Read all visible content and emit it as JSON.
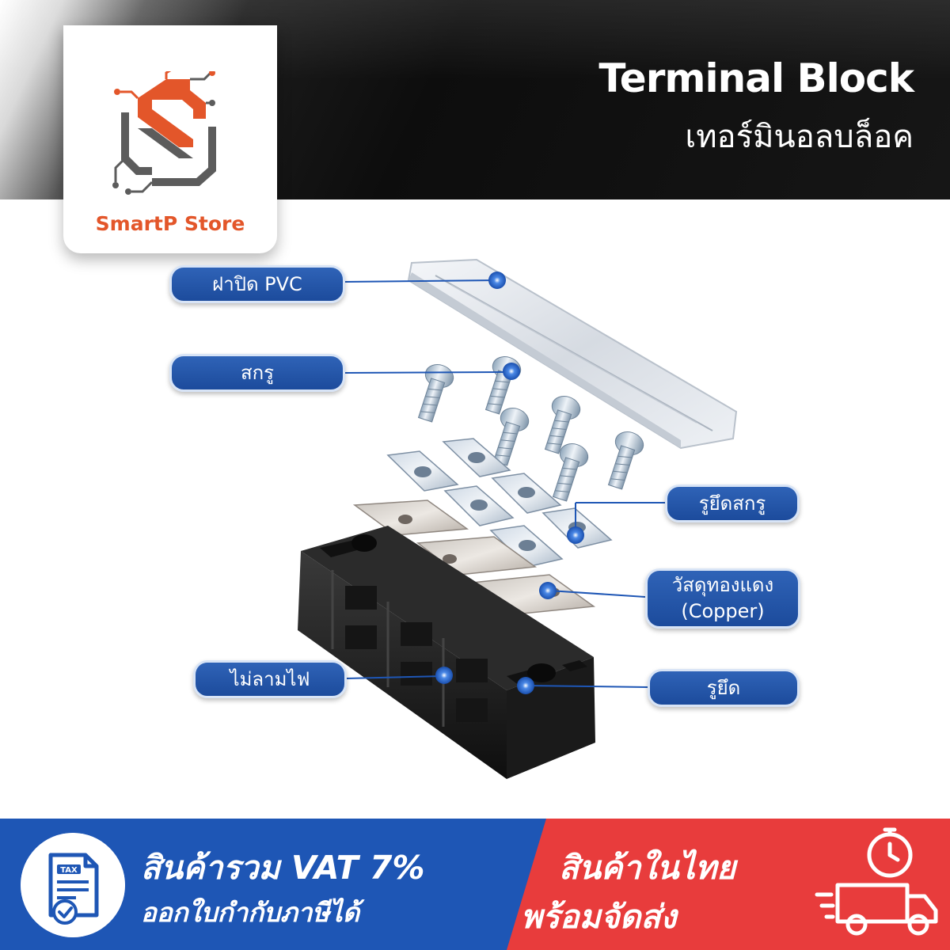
{
  "header": {
    "title_en": "Terminal Block",
    "title_th": "เทอร์มินอลบล็อค"
  },
  "logo": {
    "icon": "smartp-circuit-s-logo-icon",
    "text": "SmartP Store",
    "color": "#e3562a"
  },
  "product": {
    "image": "terminal-block-exploded-view",
    "callouts": {
      "pvc_cover": "ฝาปิด PVC",
      "screw": "สกรู",
      "screw_hole": "รูยึดสกรู",
      "copper_line1": "วัสดุทองแดง",
      "copper_line2": "(Copper)",
      "fireproof": "ไม่ลามไฟ",
      "mount_hole": "รูยึด"
    },
    "callout_color": "#1e56b5"
  },
  "banner": {
    "left": {
      "line1": "สินค้ารวม VAT 7%",
      "line2": "ออกใบกำกับภาษีได้",
      "icon": "tax-document-check-icon",
      "color": "#1e56b5"
    },
    "right": {
      "line1": "สินค้าในไทย",
      "line2": "พร้อมจัดส่ง",
      "icon": "fast-delivery-truck-clock-icon",
      "color": "#e83c3c"
    }
  }
}
